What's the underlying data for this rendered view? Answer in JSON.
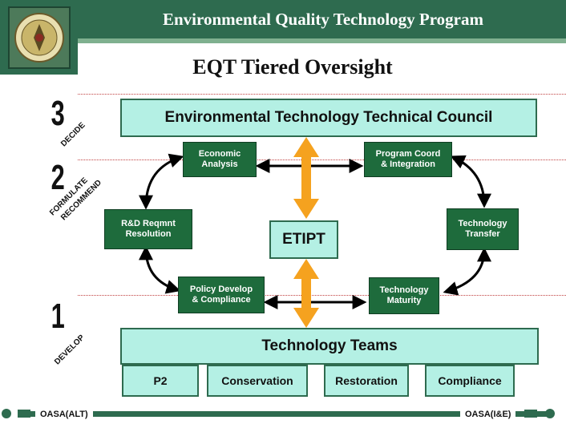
{
  "header": {
    "title": "Environmental Quality Technology Program",
    "subtitle": "EQT Tiered Oversight"
  },
  "tiers": [
    {
      "number": "3",
      "label": "DECIDE"
    },
    {
      "number": "2",
      "label": "FORMULATE RECOMMEND",
      "line1": "FORMULATE",
      "line2": "RECOMMEND"
    },
    {
      "number": "1",
      "label": "DEVELOP"
    }
  ],
  "council": "Environmental Technology Technical Council",
  "center": "ETIPT",
  "nodes": {
    "economic": {
      "line1": "Economic",
      "line2": "Analysis"
    },
    "program": {
      "line1": "Program Coord",
      "line2": "& Integration"
    },
    "rd": {
      "line1": "R&D Reqmnt",
      "line2": "Resolution"
    },
    "transfer": {
      "line1": "Technology",
      "line2": "Transfer"
    },
    "policy": {
      "line1": "Policy Develop",
      "line2": "& Compliance"
    },
    "maturity": {
      "line1": "Technology",
      "line2": "Maturity"
    }
  },
  "teams": {
    "title": "Technology Teams",
    "items": [
      "P2",
      "Conservation",
      "Restoration",
      "Compliance"
    ]
  },
  "footer": {
    "left": "OASA(ALT)",
    "right": "OASA(I&E)"
  },
  "colors": {
    "brand_green": "#2e6b4f",
    "node_green": "#1e6b3c",
    "light_teal": "#b4f0e4",
    "arrow_orange": "#f5a21f"
  }
}
